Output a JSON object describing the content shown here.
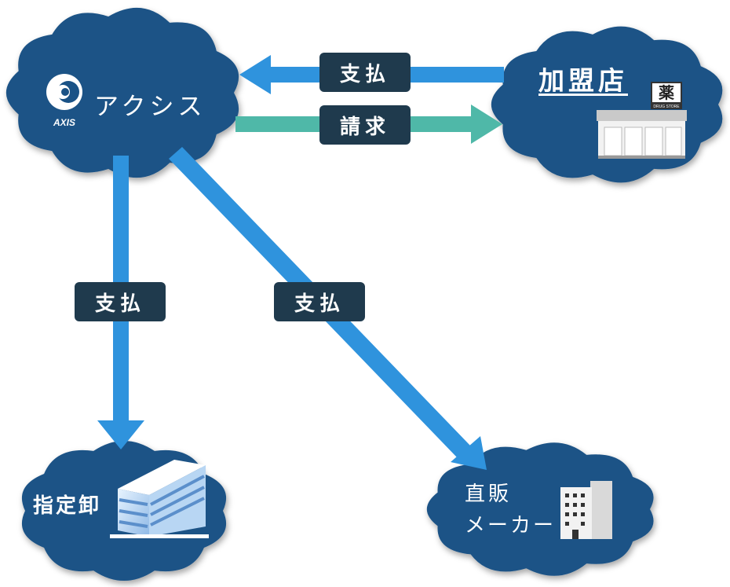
{
  "colors": {
    "cloud": "#1a5286",
    "arrow_payment": "#2f93dd",
    "arrow_invoice": "#4fb8a8",
    "label_box": "#1f3a4d"
  },
  "nodes": {
    "axis": {
      "name": "アクシス",
      "logo_text": "AXIS"
    },
    "member_store": {
      "name": "加盟店",
      "store_sign": "薬",
      "store_subtext": "DRUG STORE"
    },
    "wholesaler": {
      "name": "指定卸"
    },
    "maker": {
      "name_line1": "直販",
      "name_line2": "メーカー"
    }
  },
  "flows": {
    "to_store": {
      "label": "支払"
    },
    "from_store": {
      "label": "請求"
    },
    "to_wholesaler": {
      "label": "支払"
    },
    "to_maker": {
      "label": "支払"
    }
  },
  "icons": {
    "axis_logo": "axis-logo-icon",
    "store": "drugstore-icon",
    "wholesaler_building": "office-building-icon",
    "maker_building": "tower-building-icon"
  }
}
